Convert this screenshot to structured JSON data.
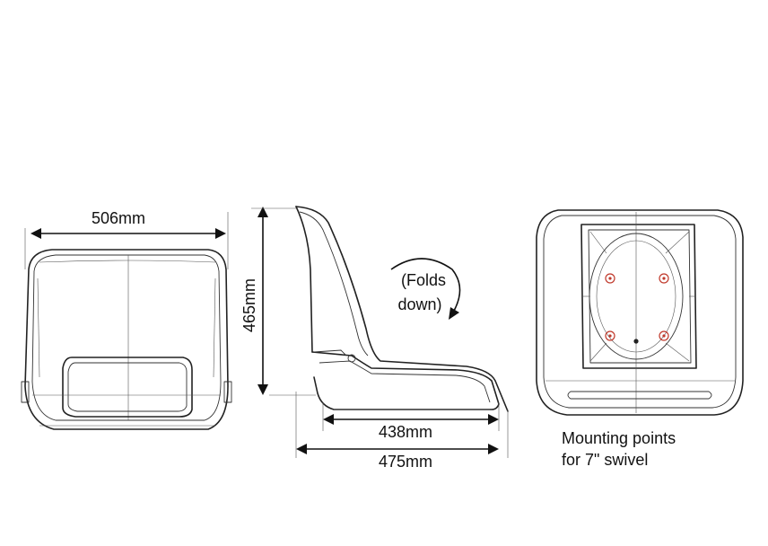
{
  "dimensions": {
    "width": "506mm",
    "height": "465mm",
    "seat_depth": "438mm",
    "overall_depth": "475mm"
  },
  "fold_note": {
    "line1": "(Folds",
    "line2": "down)"
  },
  "mounting_note": {
    "line1": "Mounting points",
    "line2": "for 7\" swivel"
  },
  "colors": {
    "outline": "#222222",
    "mounting_points": "#c0392b"
  }
}
